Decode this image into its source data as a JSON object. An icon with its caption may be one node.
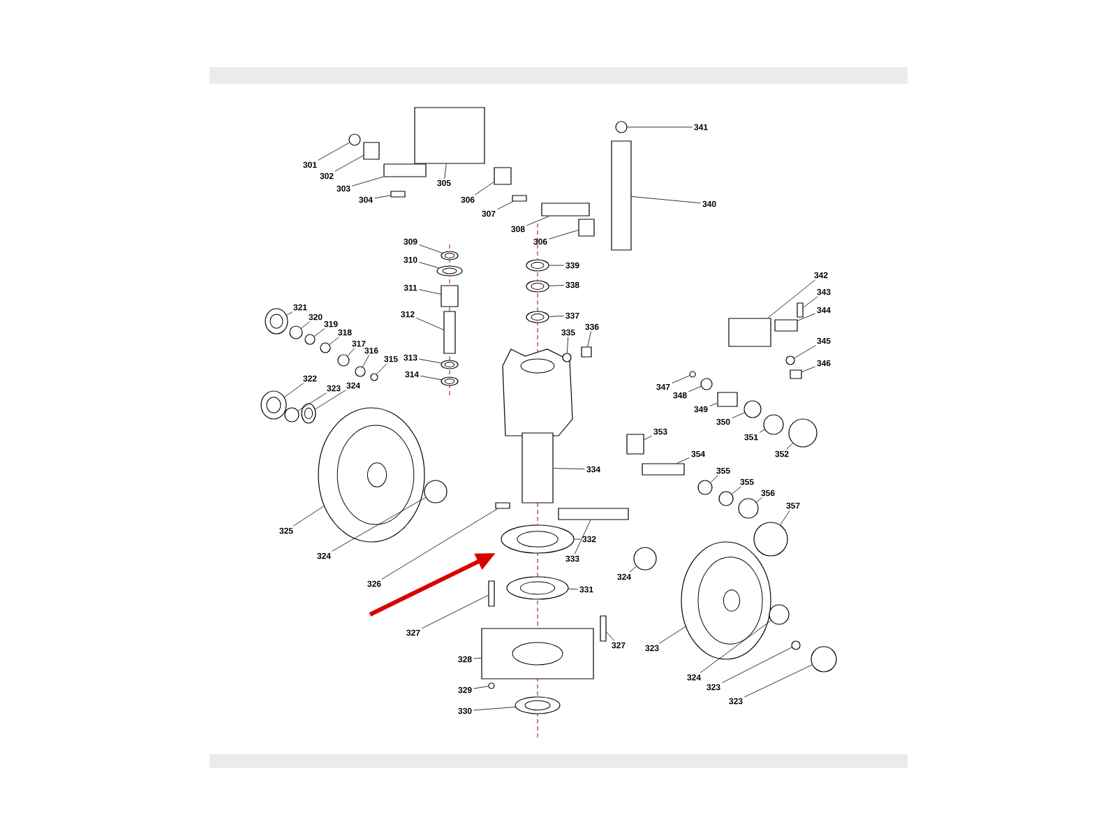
{
  "diagram": {
    "nodes": [
      {
        "text": [
          "301"
        ]
      },
      {
        "text": [
          "302"
        ]
      },
      {
        "text": [
          "303"
        ]
      },
      {
        "text": [
          "304"
        ]
      },
      {
        "text": [
          "305"
        ]
      },
      {
        "text": [
          "306"
        ]
      },
      {
        "text": [
          "307"
        ]
      },
      {
        "text": [
          "308"
        ]
      },
      {
        "text": [
          "306"
        ]
      },
      {
        "text": [
          "341"
        ]
      },
      {
        "text": [
          "340"
        ]
      },
      {
        "text": [
          "309"
        ]
      },
      {
        "text": [
          "310"
        ]
      },
      {
        "text": [
          "311"
        ]
      },
      {
        "text": [
          "312"
        ]
      },
      {
        "text": [
          "313"
        ]
      },
      {
        "text": [
          "314"
        ]
      },
      {
        "text": [
          "339"
        ]
      },
      {
        "text": [
          "338"
        ]
      },
      {
        "text": [
          "337"
        ]
      },
      {
        "text": [
          "335"
        ]
      },
      {
        "text": [
          "336"
        ]
      },
      {
        "text": [
          "321"
        ]
      },
      {
        "text": [
          "320"
        ]
      },
      {
        "text": [
          "319"
        ]
      },
      {
        "text": [
          "318"
        ]
      },
      {
        "text": [
          "317"
        ]
      },
      {
        "text": [
          "316"
        ]
      },
      {
        "text": [
          "315"
        ]
      },
      {
        "text": [
          "322"
        ]
      },
      {
        "text": [
          "323"
        ]
      },
      {
        "text": [
          "324"
        ]
      },
      {
        "text": [
          "342"
        ]
      },
      {
        "text": [
          "343"
        ]
      },
      {
        "text": [
          "344"
        ]
      },
      {
        "text": [
          "345"
        ]
      },
      {
        "text": [
          "346"
        ]
      },
      {
        "text": [
          "347"
        ]
      },
      {
        "text": [
          "348"
        ]
      },
      {
        "text": [
          "349"
        ]
      },
      {
        "text": [
          "350"
        ]
      },
      {
        "text": [
          "351"
        ]
      },
      {
        "text": [
          "352"
        ]
      },
      {
        "text": [
          "353"
        ]
      },
      {
        "text": [
          "334"
        ]
      },
      {
        "text": [
          "354"
        ]
      },
      {
        "text": [
          "355"
        ]
      },
      {
        "text": [
          "355"
        ]
      },
      {
        "text": [
          "356"
        ]
      },
      {
        "text": [
          "357"
        ]
      },
      {
        "text": [
          "325"
        ]
      },
      {
        "text": [
          "324"
        ]
      },
      {
        "text": [
          "326"
        ]
      },
      {
        "text": [
          "332"
        ]
      },
      {
        "text": [
          "333"
        ]
      },
      {
        "text": [
          "324"
        ]
      },
      {
        "text": [
          "331"
        ]
      },
      {
        "text": [
          "327"
        ]
      },
      {
        "text": [
          "327"
        ]
      },
      {
        "text": [
          "323"
        ]
      },
      {
        "text": [
          "328"
        ]
      },
      {
        "text": [
          "329"
        ]
      },
      {
        "text": [
          "324"
        ]
      },
      {
        "text": [
          "323"
        ]
      },
      {
        "text": [
          "330"
        ]
      },
      {
        "text": [
          "323"
        ]
      },
      {
        "text": [],
        "shape": "circle"
      },
      {
        "text": [],
        "shape": "box"
      },
      {
        "text": [],
        "shape": "box"
      },
      {
        "text": [],
        "shape": "box"
      },
      {
        "text": [],
        "shape": "box"
      },
      {
        "text": [],
        "shape": "box"
      },
      {
        "text": [],
        "shape": "box"
      },
      {
        "text": [],
        "shape": "box"
      },
      {
        "text": [],
        "shape": "box"
      },
      {
        "text": [],
        "shape": "circle"
      },
      {
        "text": [],
        "shape": "box"
      },
      {
        "text": [],
        "shape": "ring"
      },
      {
        "text": [],
        "shape": "ring"
      },
      {
        "text": [],
        "shape": "box"
      },
      {
        "text": [],
        "shape": "box"
      },
      {
        "text": [],
        "shape": "ring"
      },
      {
        "text": [],
        "shape": "ring"
      },
      {
        "text": [],
        "shape": "ring"
      },
      {
        "text": [],
        "shape": "ring"
      },
      {
        "text": [],
        "shape": "ring"
      },
      {
        "text": [],
        "shape": "circle"
      },
      {
        "text": [],
        "shape": "box"
      },
      {
        "text": [],
        "shape": "ring"
      },
      {
        "text": [],
        "shape": "circle"
      },
      {
        "text": [],
        "shape": "circle"
      },
      {
        "text": [],
        "shape": "circle"
      },
      {
        "text": [],
        "shape": "circle"
      },
      {
        "text": [],
        "shape": "circle"
      },
      {
        "text": [],
        "shape": "circle"
      },
      {
        "text": [],
        "shape": "ring"
      },
      {
        "text": [],
        "shape": "circle"
      },
      {
        "text": [],
        "shape": "ring"
      },
      {
        "text": [],
        "shape": "box"
      },
      {
        "text": [],
        "shape": "box"
      },
      {
        "text": [],
        "shape": "box"
      },
      {
        "text": [],
        "shape": "circle"
      },
      {
        "text": [],
        "shape": "box"
      },
      {
        "text": [],
        "shape": "circle"
      },
      {
        "text": [],
        "shape": "circle"
      },
      {
        "text": [],
        "shape": "box"
      },
      {
        "text": [],
        "shape": "circle"
      },
      {
        "text": [],
        "shape": "circle"
      },
      {
        "text": [],
        "shape": "circle"
      },
      {
        "text": [],
        "shape": "box"
      },
      {
        "text": [],
        "shape": "box"
      },
      {
        "text": [],
        "shape": "box"
      },
      {
        "text": [],
        "shape": "circle"
      },
      {
        "text": [],
        "shape": "circle"
      },
      {
        "text": [],
        "shape": "circle"
      },
      {
        "text": [],
        "shape": "circle"
      },
      {
        "text": [],
        "shape": "wheel"
      },
      {
        "text": [],
        "shape": "circle"
      },
      {
        "text": [],
        "shape": "box"
      },
      {
        "text": [],
        "shape": "ring"
      },
      {
        "text": [],
        "shape": "box"
      },
      {
        "text": [],
        "shape": "circle"
      },
      {
        "text": [],
        "shape": "ring"
      },
      {
        "text": [],
        "shape": "box"
      },
      {
        "text": [],
        "shape": "box"
      },
      {
        "text": [],
        "shape": "wheel"
      },
      {
        "text": [],
        "shape": "box"
      },
      {
        "text": [],
        "shape": "circle"
      },
      {
        "text": [],
        "shape": "circle"
      },
      {
        "text": [],
        "shape": "circle"
      },
      {
        "text": [],
        "shape": "ring"
      },
      {
        "text": [],
        "shape": "circle"
      }
    ],
    "edges": [
      {
        "from": 0,
        "to": 66,
        "arrow": "none"
      },
      {
        "from": 1,
        "to": 67,
        "arrow": "none"
      },
      {
        "from": 2,
        "to": 68,
        "arrow": "none"
      },
      {
        "from": 3,
        "to": 69,
        "arrow": "none"
      },
      {
        "from": 4,
        "to": 70,
        "arrow": "none"
      },
      {
        "from": 5,
        "to": 71,
        "arrow": "none"
      },
      {
        "from": 6,
        "to": 72,
        "arrow": "none"
      },
      {
        "from": 7,
        "to": 73,
        "arrow": "none"
      },
      {
        "from": 8,
        "to": 74,
        "arrow": "none"
      },
      {
        "from": 9,
        "to": 75,
        "arrow": "none"
      },
      {
        "from": 10,
        "to": 76,
        "arrow": "none"
      },
      {
        "from": 11,
        "to": 77,
        "arrow": "none"
      },
      {
        "from": 12,
        "to": 78,
        "arrow": "none"
      },
      {
        "from": 13,
        "to": 79,
        "arrow": "none"
      },
      {
        "from": 14,
        "to": 80,
        "arrow": "none"
      },
      {
        "from": 15,
        "to": 81,
        "arrow": "none"
      },
      {
        "from": 16,
        "to": 82,
        "arrow": "none"
      },
      {
        "from": 17,
        "to": 83,
        "arrow": "none"
      },
      {
        "from": 18,
        "to": 84,
        "arrow": "none"
      },
      {
        "from": 19,
        "to": 85,
        "arrow": "none"
      },
      {
        "from": 20,
        "to": 86,
        "arrow": "none"
      },
      {
        "from": 21,
        "to": 87,
        "arrow": "none"
      },
      {
        "from": 22,
        "to": 88,
        "arrow": "none"
      },
      {
        "from": 23,
        "to": 89,
        "arrow": "none"
      },
      {
        "from": 24,
        "to": 90,
        "arrow": "none"
      },
      {
        "from": 25,
        "to": 91,
        "arrow": "none"
      },
      {
        "from": 26,
        "to": 92,
        "arrow": "none"
      },
      {
        "from": 27,
        "to": 93,
        "arrow": "none"
      },
      {
        "from": 28,
        "to": 94,
        "arrow": "none"
      },
      {
        "from": 29,
        "to": 95,
        "arrow": "none"
      },
      {
        "from": 30,
        "to": 96,
        "arrow": "none"
      },
      {
        "from": 31,
        "to": 97,
        "arrow": "none"
      },
      {
        "from": 32,
        "to": 98,
        "arrow": "none"
      },
      {
        "from": 33,
        "to": 99,
        "arrow": "none"
      },
      {
        "from": 34,
        "to": 100,
        "arrow": "none"
      },
      {
        "from": 35,
        "to": 101,
        "arrow": "none"
      },
      {
        "from": 36,
        "to": 102,
        "arrow": "none"
      },
      {
        "from": 37,
        "to": 103,
        "arrow": "none"
      },
      {
        "from": 38,
        "to": 104,
        "arrow": "none"
      },
      {
        "from": 39,
        "to": 105,
        "arrow": "none"
      },
      {
        "from": 40,
        "to": 106,
        "arrow": "none"
      },
      {
        "from": 41,
        "to": 107,
        "arrow": "none"
      },
      {
        "from": 42,
        "to": 108,
        "arrow": "none"
      },
      {
        "from": 43,
        "to": 109,
        "arrow": "none"
      },
      {
        "from": 44,
        "to": 110,
        "arrow": "none"
      },
      {
        "from": 45,
        "to": 111,
        "arrow": "none"
      },
      {
        "from": 46,
        "to": 112,
        "arrow": "none"
      },
      {
        "from": 47,
        "to": 113,
        "arrow": "none"
      },
      {
        "from": 48,
        "to": 114,
        "arrow": "none"
      },
      {
        "from": 49,
        "to": 115,
        "arrow": "none"
      },
      {
        "from": 50,
        "to": 116,
        "arrow": "none"
      },
      {
        "from": 51,
        "to": 117,
        "arrow": "none"
      },
      {
        "from": 52,
        "to": 118,
        "arrow": "none"
      },
      {
        "from": 53,
        "to": 119,
        "arrow": "none"
      },
      {
        "from": 54,
        "to": 120,
        "arrow": "none"
      },
      {
        "from": 55,
        "to": 121,
        "arrow": "none"
      },
      {
        "from": 56,
        "to": 122,
        "arrow": "none"
      },
      {
        "from": 57,
        "to": 123,
        "arrow": "none"
      },
      {
        "from": 58,
        "to": 124,
        "arrow": "none"
      },
      {
        "from": 59,
        "to": 125,
        "arrow": "none"
      },
      {
        "from": 60,
        "to": 126,
        "arrow": "none"
      },
      {
        "from": 61,
        "to": 127,
        "arrow": "none"
      },
      {
        "from": 62,
        "to": 128,
        "arrow": "none"
      },
      {
        "from": 63,
        "to": 129,
        "arrow": "none"
      },
      {
        "from": 64,
        "to": 130,
        "arrow": "none"
      },
      {
        "from": 65,
        "to": 131,
        "arrow": "none"
      }
    ]
  }
}
